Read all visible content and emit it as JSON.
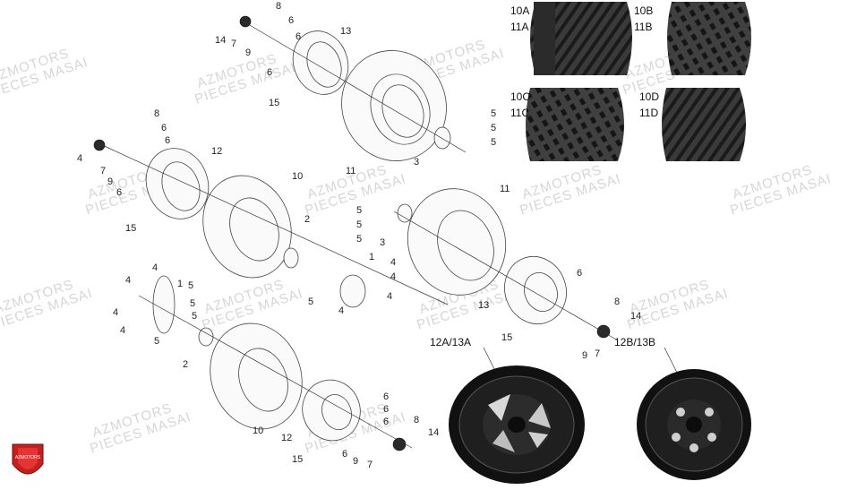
{
  "watermark": {
    "line1": "AZMOTORS",
    "line2": "PIECES MASAI"
  },
  "logo": {
    "text": "AZMOTORS",
    "color": "#c81e1e"
  },
  "tire_photos": [
    {
      "line1": "10A",
      "line2": "11A"
    },
    {
      "line1": "10B",
      "line2": "11B"
    },
    {
      "line1": "10C",
      "line2": "11C"
    },
    {
      "line1": "10D",
      "line2": "11D"
    }
  ],
  "wheel_photos": [
    {
      "label": "12A/13A"
    },
    {
      "label": "12B/13B"
    }
  ],
  "callouts": [
    "8",
    "6",
    "6",
    "13",
    "14",
    "7",
    "9",
    "6",
    "15",
    "5",
    "5",
    "5",
    "3",
    "11",
    "8",
    "6",
    "6",
    "12",
    "4",
    "7",
    "9",
    "6",
    "15",
    "10",
    "5",
    "5",
    "5",
    "3",
    "2",
    "1",
    "4",
    "4",
    "4",
    "5",
    "4",
    "11",
    "4",
    "5",
    "4",
    "1",
    "5",
    "5",
    "2",
    "4",
    "5",
    "4",
    "10",
    "12",
    "15",
    "6",
    "9",
    "7",
    "8",
    "14",
    "6",
    "6",
    "6",
    "13",
    "15",
    "6",
    "9",
    "7",
    "8",
    "14"
  ],
  "colors": {
    "tire": "#3a3a3a",
    "rim": "#1c1c1c",
    "line": "#333333",
    "watermark": "#d6d6d6"
  }
}
